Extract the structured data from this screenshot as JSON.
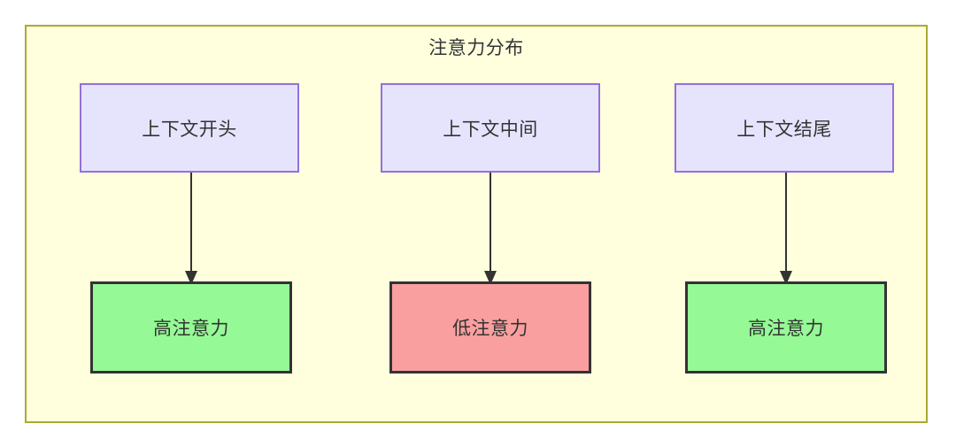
{
  "diagram": {
    "title": "注意力分布",
    "container": {
      "fill": "#ffffde",
      "border": "#aaaa33"
    },
    "context_nodes": [
      {
        "id": "ctx-start",
        "label": "上下文开头",
        "fill": "#e6e4fd",
        "border": "#9370db"
      },
      {
        "id": "ctx-middle",
        "label": "上下文中间",
        "fill": "#e6e4fd",
        "border": "#9370db"
      },
      {
        "id": "ctx-end",
        "label": "上下文结尾",
        "fill": "#e6e4fd",
        "border": "#9370db"
      }
    ],
    "attention_nodes": [
      {
        "id": "attn-start",
        "label": "高注意力",
        "fill": "#95fa95",
        "border": "#333333",
        "level": "high"
      },
      {
        "id": "attn-middle",
        "label": "低注意力",
        "fill": "#fa9f9f",
        "border": "#333333",
        "level": "low"
      },
      {
        "id": "attn-end",
        "label": "高注意力",
        "fill": "#95fa95",
        "border": "#333333",
        "level": "high"
      }
    ],
    "edges": [
      {
        "from": "上下文开头",
        "to": "高注意力"
      },
      {
        "from": "上下文中间",
        "to": "低注意力"
      },
      {
        "from": "上下文结尾",
        "to": "高注意力"
      }
    ]
  }
}
